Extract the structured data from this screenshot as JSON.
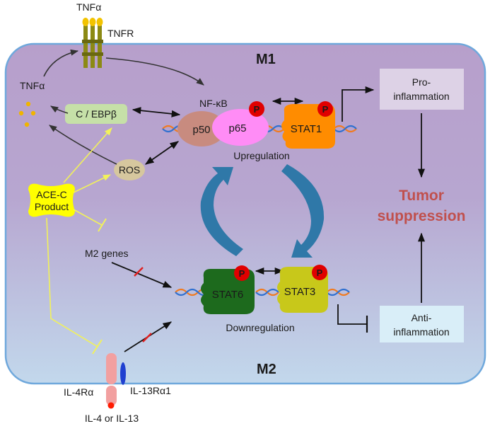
{
  "labels": {
    "tnfa_top": "TNFα",
    "tnfr": "TNFR",
    "tnfa_left": "TNFα",
    "m1": "M1",
    "m2": "M2",
    "nfkb": "NF-κB",
    "cebp": "C / EBPβ",
    "p50": "p50",
    "p65": "p65",
    "stat1": "STAT1",
    "ros": "ROS",
    "upregulation": "Upregulation",
    "ace_line1": "ACE-C",
    "ace_line2": "Product",
    "m2_genes": "M2 genes",
    "stat6": "STAT6",
    "stat3": "STAT3",
    "downregulation": "Downregulation",
    "pro_line1": "Pro-",
    "pro_line2": "inflammation",
    "anti_line1": "Anti-",
    "anti_line2": "inflammation",
    "tumor_line1": "Tumor",
    "tumor_line2": "suppression",
    "il4ra": "IL-4Rα",
    "il13ra1": "IL-13Rα1",
    "ligand": "IL-4 or IL-13",
    "phospho": "P"
  },
  "colors": {
    "cell_top": "#b79fcb",
    "cell_bottom": "#c2d8ec",
    "cell_border": "#6fa8dc",
    "receptor": "#8c8a14",
    "receptor_ball": "#f2c300",
    "tnf_dot": "#f0b400",
    "p50": "#c88b7f",
    "p65": "#ff8cf6",
    "stat1": "#ff8c00",
    "stat6": "#1d6a1d",
    "stat3": "#c8c81a",
    "phospho": "#e00000",
    "cebp": "#c6e0a8",
    "ros": "#d6c79e",
    "ace": "#ffff00",
    "inhibit_yellow": "#f2f25a",
    "blue_arrow": "#2f78a8",
    "tumor_text": "#c0504d",
    "pro_box": "#ddd2e6",
    "anti_box": "#d9eef8",
    "il4ra": "#f2a0a0",
    "il13ra1": "#2040d0",
    "ligand": "#ff1a00",
    "dna_orange": "#f07a20",
    "dna_blue": "#3070d0",
    "block_mark": "#e02020"
  }
}
